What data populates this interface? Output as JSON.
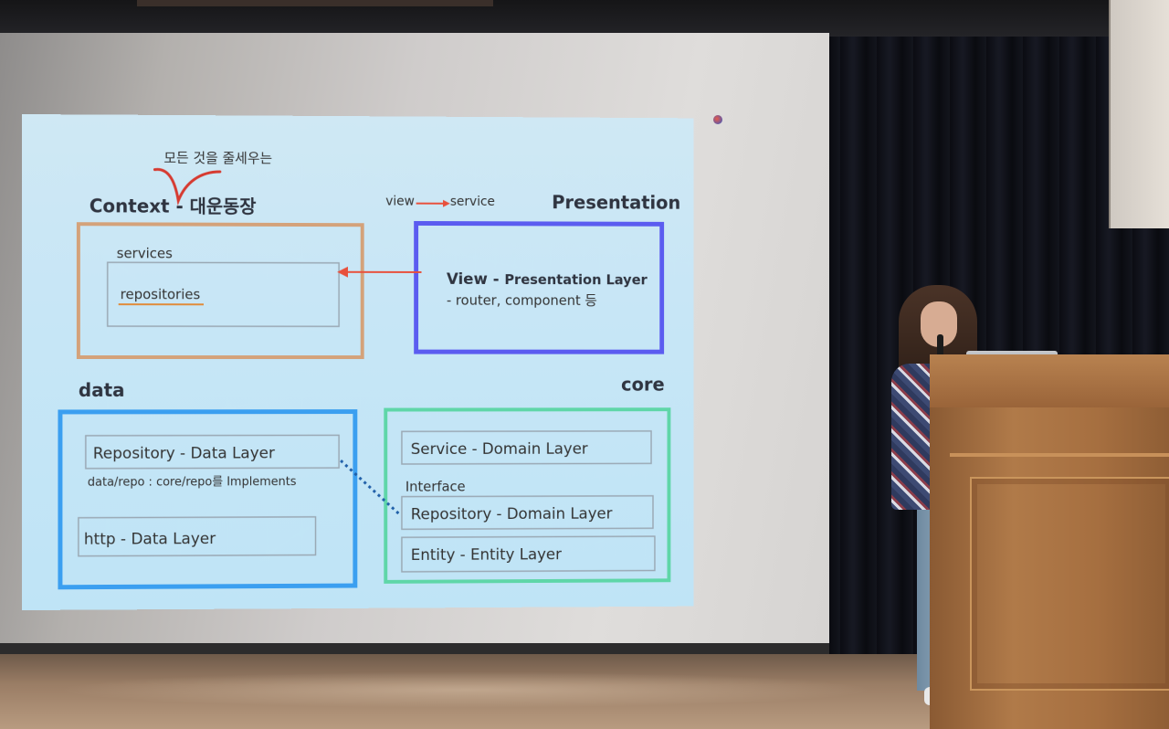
{
  "slide": {
    "annotation": "모든 것을 줄세우는",
    "context_title": "Context - ",
    "context_title_korean": "대운동장",
    "view_label": "view",
    "service_label": "service",
    "presentation_title": "Presentation",
    "services_label": "services",
    "repositories_label": "repositories",
    "view_heading": "View - ",
    "view_heading_sub": "Presentation Layer",
    "view_detail": "- router, component 등",
    "data_title": "data",
    "core_title": "core",
    "repository_data_layer": "Repository - Data Layer",
    "data_repo_note": "data/repo : core/repo를 Implements",
    "http_data_layer": "http - Data Layer",
    "service_domain_layer": "Service - Domain Layer",
    "interface_label": "Interface",
    "repository_domain_layer": "Repository - Domain Layer",
    "entity_layer": "Entity - Entity Layer"
  },
  "colors": {
    "context_box": "#d4a27a",
    "presentation_box": "#5b5cf0",
    "data_box": "#3b9ff0",
    "core_box": "#5fd6a8",
    "arrow": "#e8503c",
    "annotation_mark": "#d63a30"
  }
}
